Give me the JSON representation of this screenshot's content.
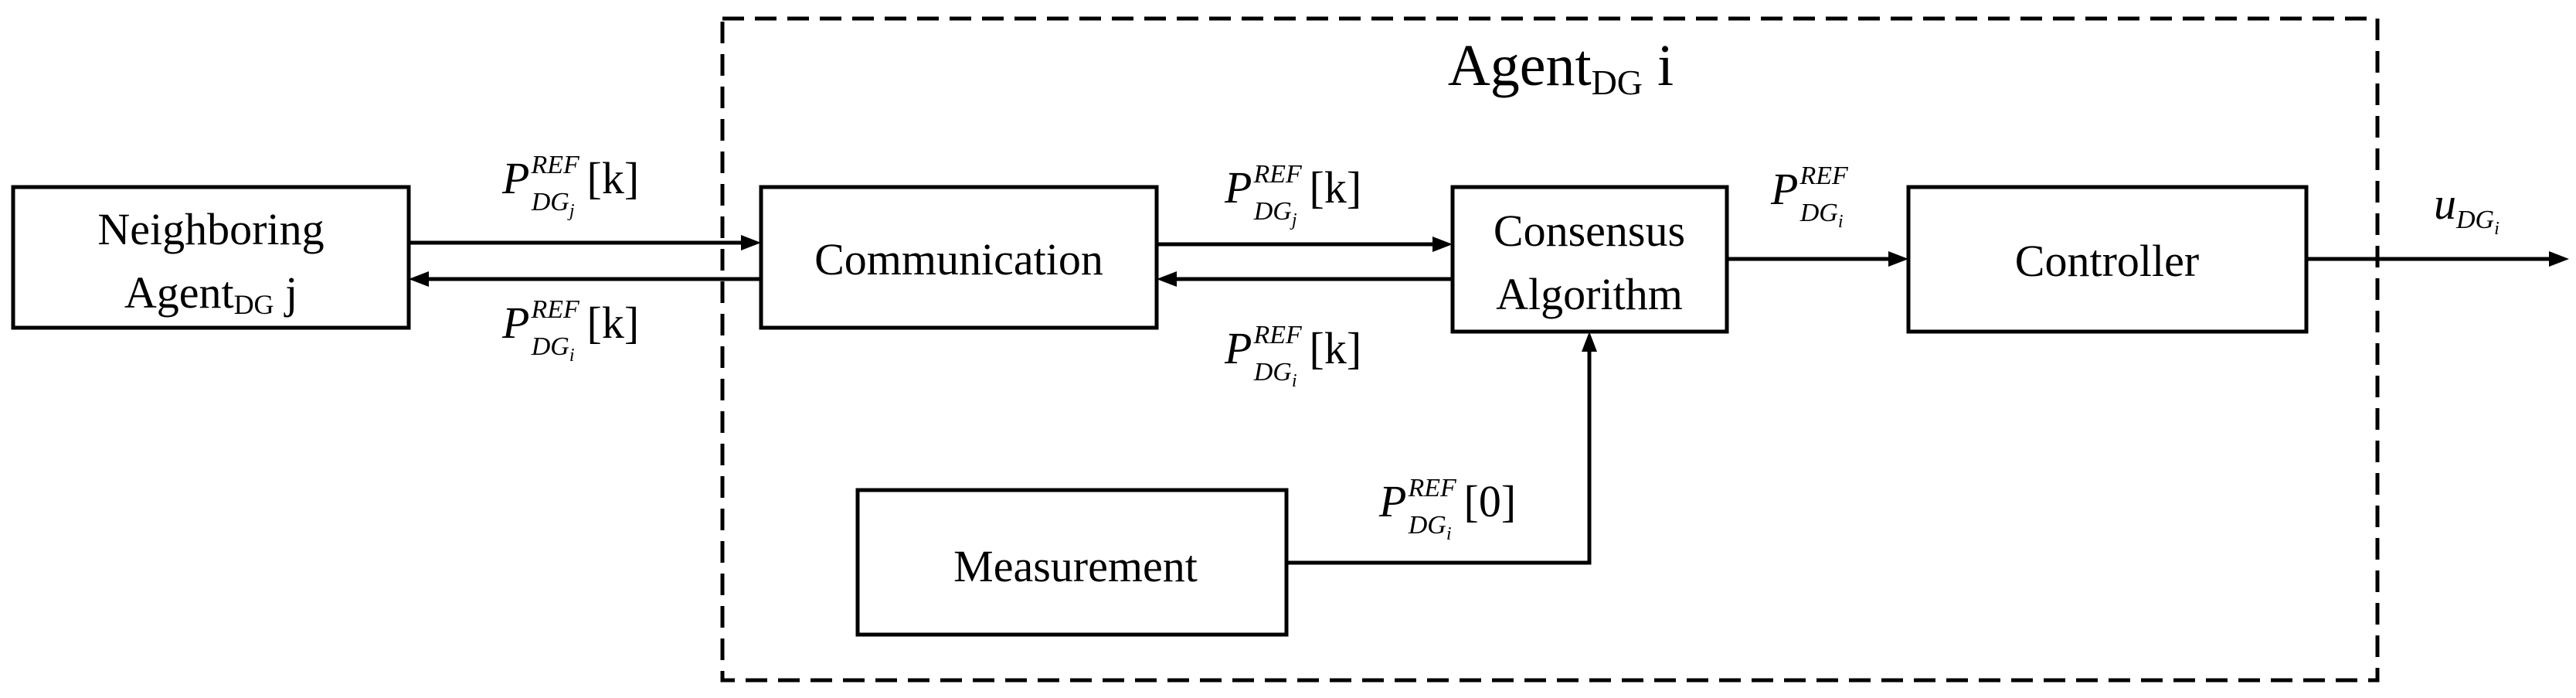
{
  "agent": {
    "title_main": "Agent",
    "title_sub": "DG",
    "title_index": " i"
  },
  "blocks": {
    "neighboring": {
      "line1": "Neighboring",
      "line2_main": "Agent",
      "line2_sub": "DG",
      "line2_index": " j"
    },
    "communication": {
      "label": "Communication"
    },
    "consensus": {
      "line1": "Consensus",
      "line2": "Algorithm"
    },
    "controller": {
      "label": "Controller"
    },
    "measurement": {
      "label": "Measurement"
    }
  },
  "signals": {
    "p_symbol": "P",
    "ref": "REF",
    "dg": "DG",
    "idx_i": "i",
    "idx_j": "j",
    "k_arg": "[k]",
    "zero_arg": "[0]",
    "u_symbol": "u"
  }
}
